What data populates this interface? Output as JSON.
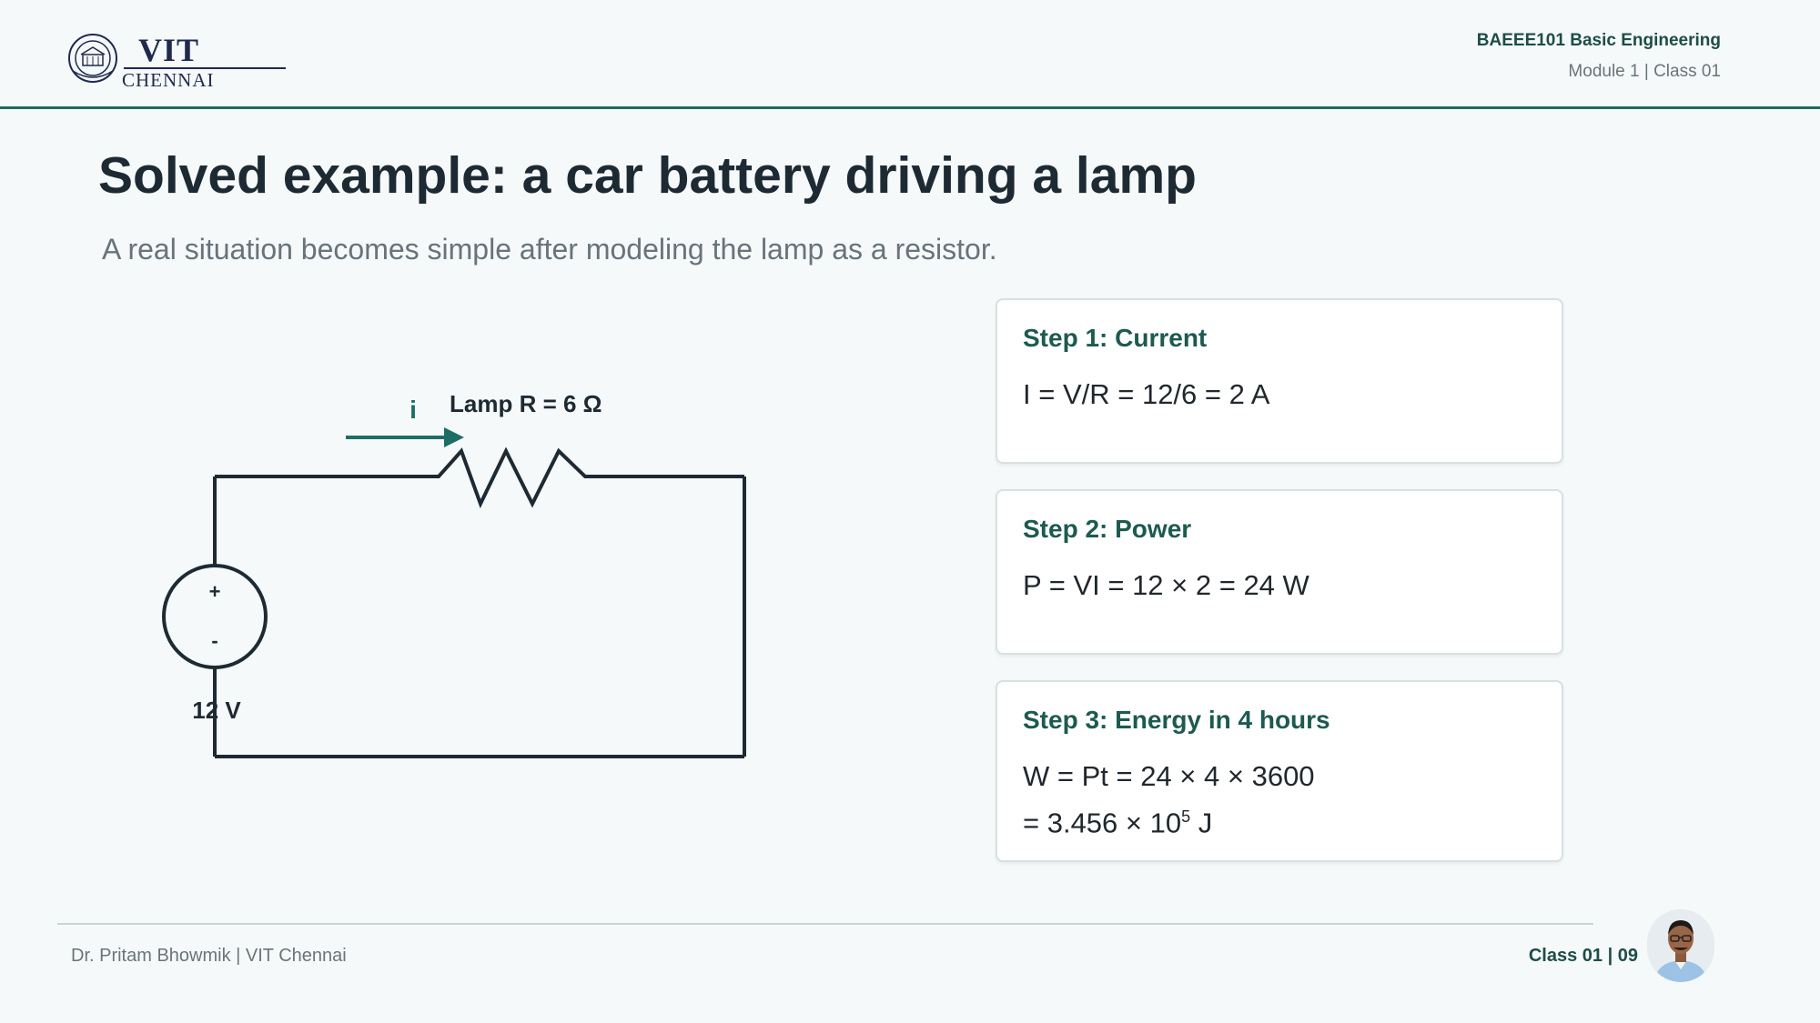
{
  "header": {
    "logo_main": "VIT",
    "logo_sub": "CHENNAI",
    "course_code": "BAEEE101 Basic Engineering",
    "module": "Module 1 | Class 01"
  },
  "slide": {
    "title": "Solved example: a car battery driving a lamp",
    "subtitle": "A real situation becomes simple after modeling the lamp as a resistor."
  },
  "circuit": {
    "current_label": "i",
    "lamp_label": "Lamp R = 6 Ω",
    "source_plus": "+",
    "source_minus": "-",
    "source_label": "12 V",
    "colors": {
      "wire": "#1e2a33",
      "arrow": "#1d6e66"
    }
  },
  "steps": [
    {
      "title": "Step 1: Current",
      "line1": "I = V/R = 12/6 = 2 A"
    },
    {
      "title": "Step 2: Power",
      "line1": "P = VI = 12 × 2 = 24 W"
    },
    {
      "title": "Step 3: Energy in 4 hours",
      "line1": "W = Pt = 24 × 4 × 3600",
      "line2_prefix": "= 3.456 × 10",
      "line2_exp": "5",
      "line2_suffix": " J"
    }
  ],
  "footer": {
    "author": "Dr. Pritam Bhowmik | VIT Chennai",
    "class_page": "Class 01 | 09"
  },
  "colors": {
    "accent": "#1f6b5f",
    "title": "#1e2a33",
    "step_title": "#1d5a4f"
  }
}
